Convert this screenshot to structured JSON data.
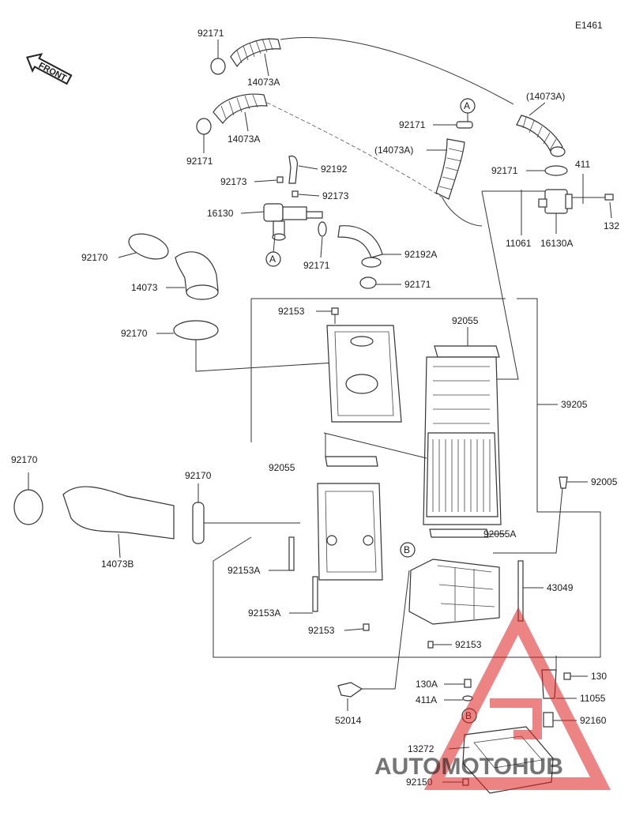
{
  "diagram_code": "E1461",
  "front_label": "FRONT",
  "callouts": {
    "a": "A",
    "b": "B"
  },
  "labels": {
    "p92171_top": "92171",
    "p14073A_top": "14073A",
    "p92171_b": "92171",
    "p14073A_b": "14073A",
    "p92173_a": "92173",
    "p92192": "92192",
    "p92173_b": "92173",
    "p16130": "16130",
    "p92171_c": "92171",
    "p14073A_paren_mid": "(14073A)",
    "p14073A_paren_right": "(14073A)",
    "p92171_right": "92171",
    "p411": "411",
    "p132": "132",
    "p11061": "11061",
    "p16130A": "16130A",
    "p92170_a": "92170",
    "p14073": "14073",
    "p92171_d": "92171",
    "p92192A": "92192A",
    "p92171_e": "92171",
    "p92153_top": "92153",
    "p92170_b": "92170",
    "p92055_top": "92055",
    "p39205": "39205",
    "p92170_c": "92170",
    "p92170_d": "92170",
    "p92055_mid": "92055",
    "p92005": "92005",
    "p14073B": "14073B",
    "p92055A": "92055A",
    "p92153A_a": "92153A",
    "p43049": "43049",
    "p92153A_b": "92153A",
    "p92153_b": "92153",
    "p92153_c": "92153",
    "p130A": "130A",
    "p130": "130",
    "p411A": "411A",
    "p11055": "11055",
    "p52014": "52014",
    "p92160": "92160",
    "p13272": "13272",
    "p92150": "92150"
  },
  "watermark": {
    "text": "AUTOMOTOHUB",
    "color": "#e02020"
  }
}
